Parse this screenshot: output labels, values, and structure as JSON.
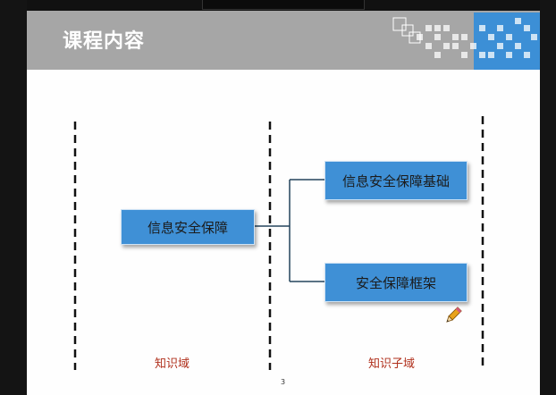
{
  "slide": {
    "title": "课程内容",
    "page_number": "3"
  },
  "diagram": {
    "main_box": "信息安全保障",
    "sub_boxes": [
      "信息安全保障基础",
      "安全保障框架"
    ],
    "domain_labels": {
      "knowledge_domain": "知识域",
      "knowledge_subdomain": "知识子域"
    }
  },
  "colors": {
    "header_gray": "#a6a6a6",
    "accent_blue": "#3c8fd6",
    "box_blue": "#3f90d6",
    "label_red": "#b0301c"
  },
  "icons": [
    "pencil-icon"
  ]
}
